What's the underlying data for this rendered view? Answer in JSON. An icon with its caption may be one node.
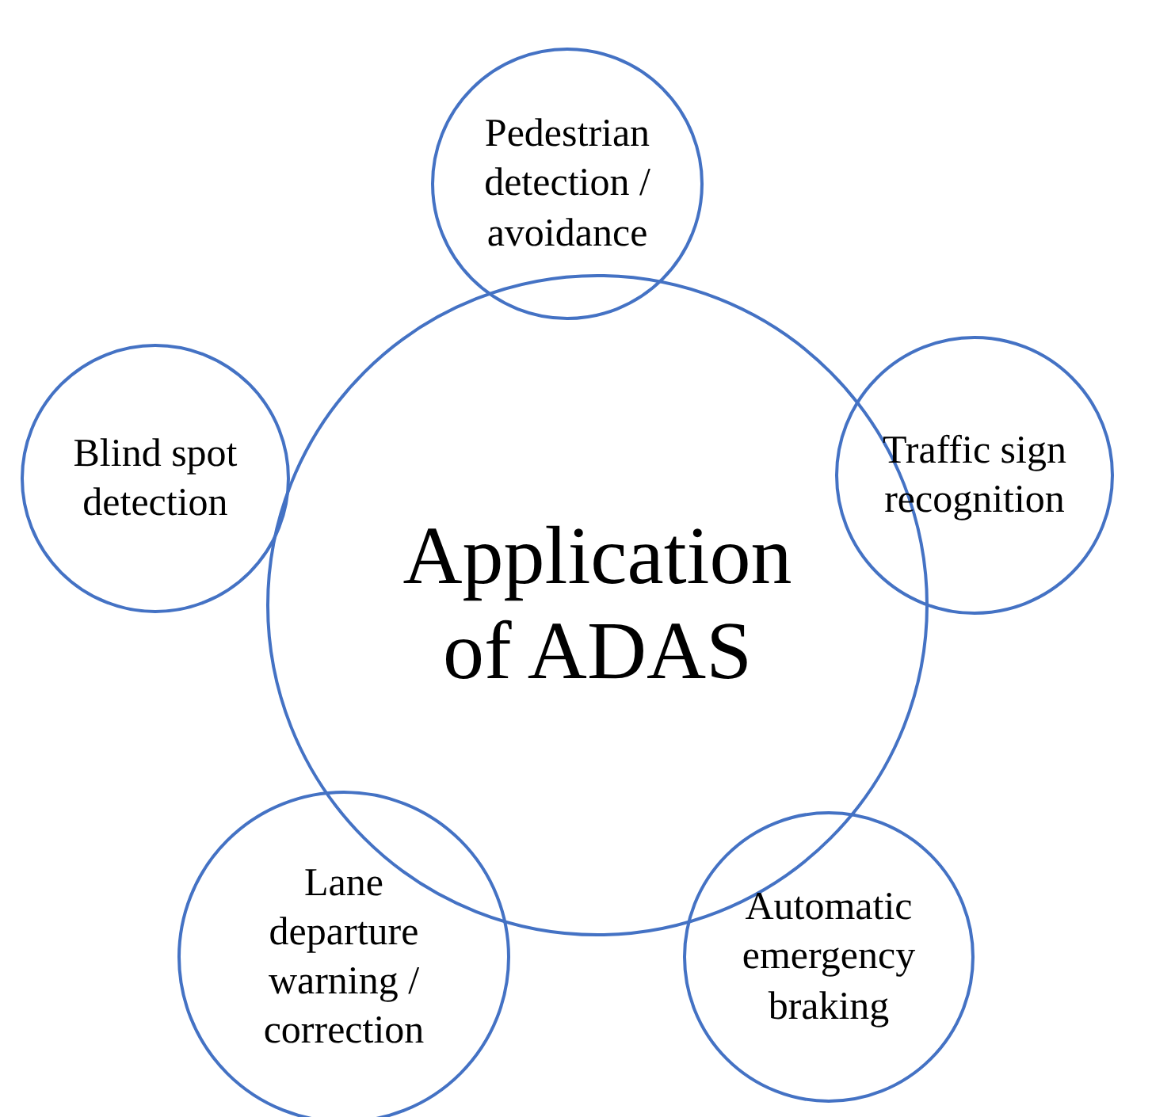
{
  "diagram": {
    "nodes": [
      {
        "text": [
          "Application of ADAS"
        ]
      },
      {
        "text": [
          "Pedestrian detection / avoidance"
        ]
      },
      {
        "text": [
          "Traffic sign recognition"
        ]
      },
      {
        "text": [
          "Automatic emergency braking"
        ]
      },
      {
        "text": [
          "Lane departure warning / correction"
        ]
      },
      {
        "text": [
          "Blind spot detection"
        ]
      }
    ],
    "edges": []
  }
}
